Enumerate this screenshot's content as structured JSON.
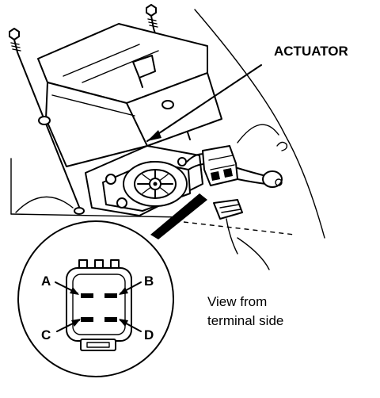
{
  "diagram": {
    "actuator_label": "ACTUATOR",
    "view_note_line1": "View from",
    "view_note_line2": "terminal side",
    "terminals": {
      "a": "A",
      "b": "B",
      "c": "C",
      "d": "D"
    },
    "icons": {
      "bolt": "bolt-icon",
      "connector": "connector-icon"
    }
  }
}
